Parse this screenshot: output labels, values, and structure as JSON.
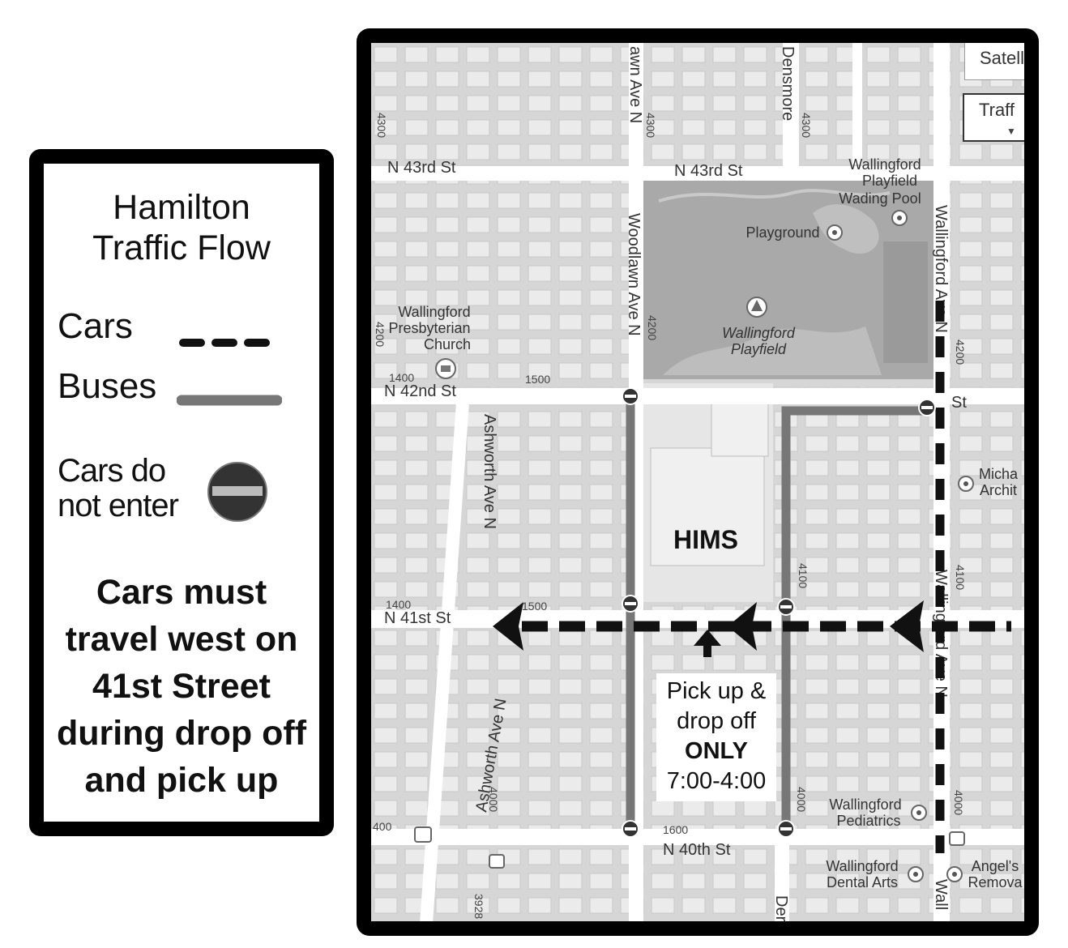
{
  "legend": {
    "title_line1": "Hamilton",
    "title_line2": "Traffic Flow",
    "cars_label": "Cars",
    "buses_label": "Buses",
    "no_enter_line1": "Cars do",
    "no_enter_line2": "not enter",
    "note_lines": [
      "Cars must",
      "travel west on",
      "41st Street",
      "during drop off",
      "and pick up"
    ],
    "cars_symbol": "black-dashed-line",
    "buses_symbol": "gray-solid-line",
    "no_enter_symbol": "do-not-enter-icon"
  },
  "map": {
    "controls": {
      "satellite": "Satell",
      "traffic": "Traff"
    },
    "streets_horizontal": [
      "N 43rd St",
      "N 43rd St",
      "N 42nd St",
      "N 41st St",
      "N 40th St",
      "St"
    ],
    "streets_vertical": [
      "awn Ave N",
      "Densmore",
      "Woodlawn Ave N",
      "Ashworth Ave N",
      "Ashworth Ave N",
      "Wallingford Ave N",
      "Wallingford Ave N",
      "Der",
      "Wall"
    ],
    "places": {
      "wading_pool": [
        "Wallingford",
        "Playfield",
        "Wading Pool"
      ],
      "playground": "Playground",
      "playfield": [
        "Wallingford",
        "Playfield"
      ],
      "church": [
        "Wallingford",
        "Presbyterian",
        "Church"
      ],
      "school": "HIMS",
      "michael": [
        "Micha",
        "Archit"
      ],
      "pediatrics": [
        "Wallingford",
        "Pediatrics"
      ],
      "dental": [
        "Wallingford",
        "Dental Arts"
      ],
      "angels": [
        "Angel's",
        "Remova"
      ]
    },
    "block_numbers": [
      "4300",
      "4300",
      "4300",
      "4200",
      "4200",
      "4200",
      "1400",
      "1500",
      "1400",
      "1500",
      "4100",
      "4100",
      "400",
      "1600",
      "4000",
      "4000",
      "4000",
      "3928"
    ],
    "pickup_box": {
      "line1": "Pick up &",
      "line2": "drop off",
      "line3": "ONLY",
      "line4": "7:00-4:00"
    },
    "colors": {
      "car_route": "#111111",
      "bus_route": "#777777",
      "street": "#ffffff",
      "block": "#d6d6d6",
      "building": "#e8e8e8",
      "park": "#a9a9a9"
    }
  }
}
